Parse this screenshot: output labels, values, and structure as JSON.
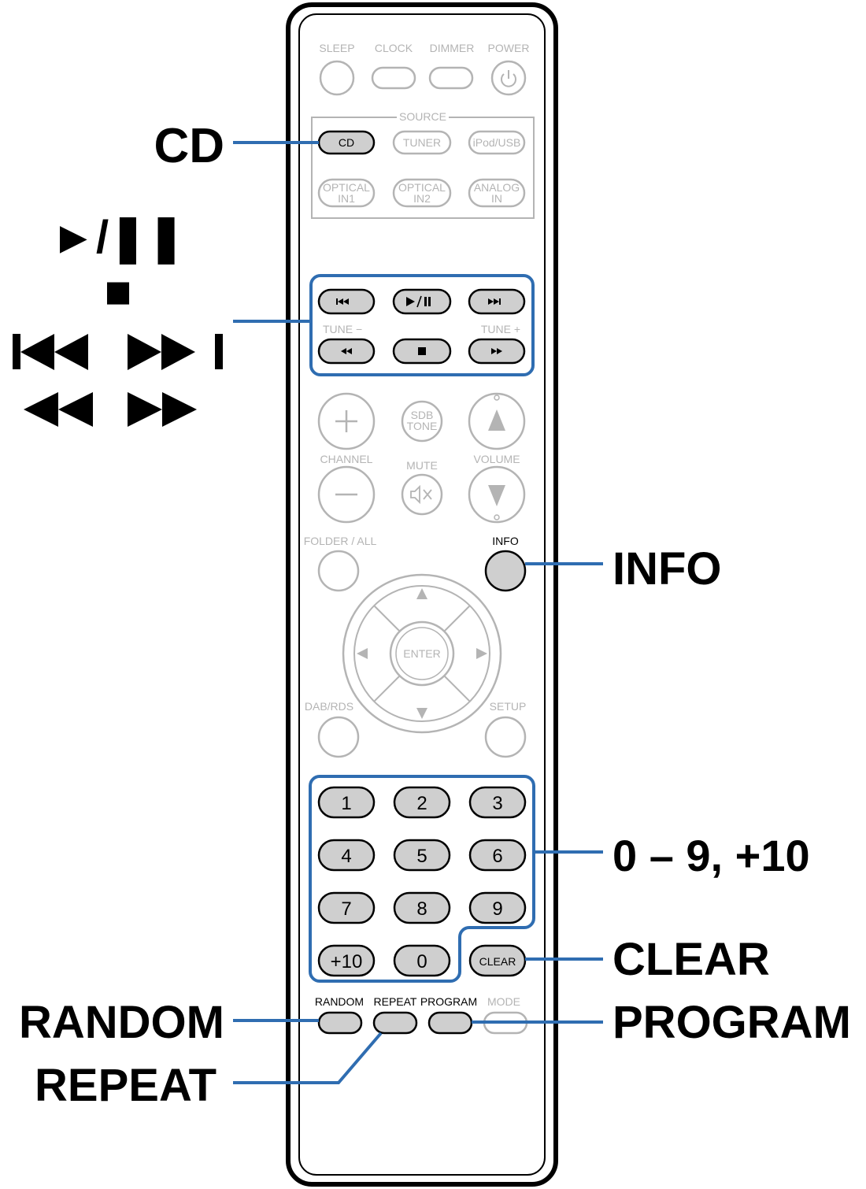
{
  "remote": {
    "top": {
      "sleep": "SLEEP",
      "clock": "CLOCK",
      "dimmer": "DIMMER",
      "power": "POWER"
    },
    "source": {
      "header": "SOURCE",
      "cd": "CD",
      "tuner": "TUNER",
      "ipod": "iPod/USB",
      "optical1": [
        "OPTICAL",
        "IN1"
      ],
      "optical2": [
        "OPTICAL",
        "IN2"
      ],
      "analog": [
        "ANALOG",
        "IN"
      ]
    },
    "transport": {
      "tune_minus": "TUNE −",
      "tune_plus": "TUNE +"
    },
    "mid": {
      "channel": "CHANNEL",
      "sdb_tone": [
        "SDB",
        "TONE"
      ],
      "mute": "MUTE",
      "volume": "VOLUME",
      "folder_all": "FOLDER / ALL",
      "info": "INFO",
      "enter": "ENTER",
      "dab_rds": "DAB/RDS",
      "setup": "SETUP"
    },
    "numpad": [
      "1",
      "2",
      "3",
      "4",
      "5",
      "6",
      "7",
      "8",
      "9",
      "+10",
      "0"
    ],
    "clear": "CLEAR",
    "bottom": {
      "random": "RANDOM",
      "repeat": "REPEAT",
      "program": "PROGRAM",
      "mode": "MODE"
    }
  },
  "callouts": {
    "cd": "CD",
    "play_pause": "►/❚❚",
    "stop": "■",
    "skip": "⏮  ⏭",
    "search": "◀◀  ▶▶",
    "info": "INFO",
    "digits": "0 – 9, +10",
    "clear": "CLEAR",
    "random": "RANDOM",
    "program": "PROGRAM",
    "repeat": "REPEAT"
  },
  "colors": {
    "highlight": "#2f6db1",
    "dimmed": "#b4b4b4",
    "active_fill": "#cfcfcf"
  }
}
